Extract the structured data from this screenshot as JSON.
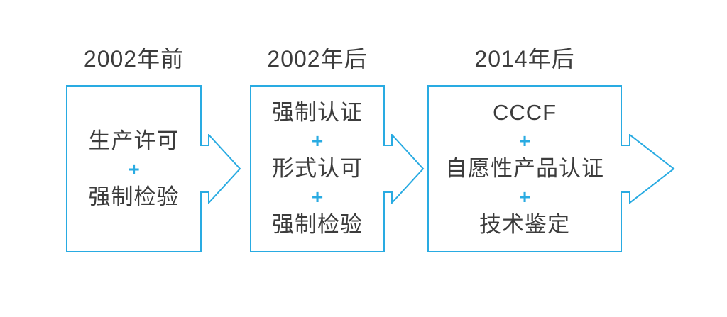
{
  "diagram": {
    "accent_color": "#29abe2",
    "text_color": "#3c3c3c",
    "background_color": "#ffffff",
    "plus": "+",
    "stages": [
      {
        "title": "2002年前",
        "items": [
          "生产许可",
          "强制检验"
        ]
      },
      {
        "title": "2002年后",
        "items": [
          "强制认证",
          "形式认可",
          "强制检验"
        ]
      },
      {
        "title": "2014年后",
        "items": [
          "CCCF",
          "自愿性产品认证",
          "技术鉴定"
        ]
      }
    ]
  }
}
